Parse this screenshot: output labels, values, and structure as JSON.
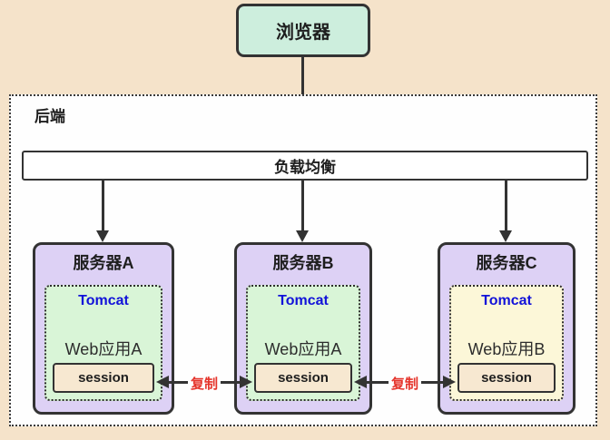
{
  "browser": {
    "label": "浏览器"
  },
  "backend": {
    "label": "后端"
  },
  "load_balancer": {
    "label": "负载均衡"
  },
  "servers": [
    {
      "title": "服务器A",
      "container": "Tomcat",
      "app": "Web应用A",
      "session": "session"
    },
    {
      "title": "服务器B",
      "container": "Tomcat",
      "app": "Web应用A",
      "session": "session"
    },
    {
      "title": "服务器C",
      "container": "Tomcat",
      "app": "Web应用B",
      "session": "session"
    }
  ],
  "links": [
    {
      "label": "复制",
      "from": "服务器A.session",
      "to": "服务器B.session",
      "bidirectional": true
    },
    {
      "label": "复制",
      "from": "服务器B.session",
      "to": "服务器C.session",
      "bidirectional": true
    }
  ],
  "edges": [
    {
      "from": "浏览器",
      "to": "负载均衡"
    },
    {
      "from": "负载均衡",
      "to": "服务器A"
    },
    {
      "from": "负载均衡",
      "to": "服务器B"
    },
    {
      "from": "负载均衡",
      "to": "服务器C"
    }
  ],
  "colors": {
    "page_bg": "#f5e3ca",
    "backend_bg": "#fefefe",
    "browser_fill": "#cdeedd",
    "server_fill": "#ddd1f5",
    "tomcat_fill_green": "#d9f5d7",
    "tomcat_fill_yellow": "#fcf7d8",
    "session_fill": "#f7e8d1",
    "border": "#333333",
    "tomcat_text": "#1212d9",
    "replicate_text": "#e5342b"
  }
}
